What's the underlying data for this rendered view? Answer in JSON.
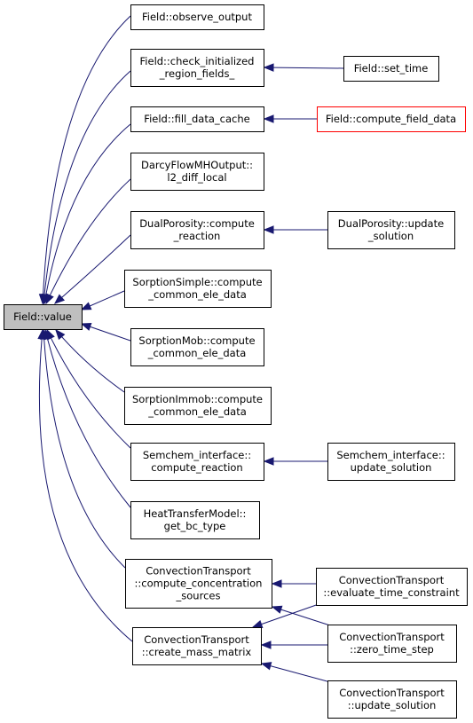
{
  "colors": {
    "edge": "#191970",
    "root_fill": "#bfbfbf",
    "node_border": "#000000",
    "highlight_border": "#ff0000",
    "background": "#ffffff"
  },
  "nodes": [
    {
      "id": "field-value",
      "lines": [
        "Field::value"
      ],
      "root": true
    },
    {
      "id": "observe-output",
      "lines": [
        "Field::observe_output"
      ]
    },
    {
      "id": "check-initialized",
      "lines": [
        "Field::check_initialized",
        "_region_fields_"
      ]
    },
    {
      "id": "fill-data-cache",
      "lines": [
        "Field::fill_data_cache"
      ]
    },
    {
      "id": "darcy-l2-diff",
      "lines": [
        "DarcyFlowMHOutput::",
        "l2_diff_local"
      ]
    },
    {
      "id": "dual-compute-reaction",
      "lines": [
        "DualPorosity::compute",
        "_reaction"
      ]
    },
    {
      "id": "sorption-simple",
      "lines": [
        "SorptionSimple::compute",
        "_common_ele_data"
      ]
    },
    {
      "id": "sorption-mob",
      "lines": [
        "SorptionMob::compute",
        "_common_ele_data"
      ]
    },
    {
      "id": "sorption-immob",
      "lines": [
        "SorptionImmob::compute",
        "_common_ele_data"
      ]
    },
    {
      "id": "semchem-compute-reaction",
      "lines": [
        "Semchem_interface::",
        "compute_reaction"
      ]
    },
    {
      "id": "heat-get-bc-type",
      "lines": [
        "HeatTransferModel::",
        "get_bc_type"
      ]
    },
    {
      "id": "conv-compute-conc-sources",
      "lines": [
        "ConvectionTransport",
        "::compute_concentration",
        "_sources"
      ]
    },
    {
      "id": "conv-create-mass-matrix",
      "lines": [
        "ConvectionTransport",
        "::create_mass_matrix"
      ]
    },
    {
      "id": "field-set-time",
      "lines": [
        "Field::set_time"
      ]
    },
    {
      "id": "field-compute-field-data",
      "lines": [
        "Field::compute_field_data"
      ],
      "highlight": true
    },
    {
      "id": "dual-update-solution",
      "lines": [
        "DualPorosity::update",
        "_solution"
      ]
    },
    {
      "id": "semchem-update-solution",
      "lines": [
        "Semchem_interface::",
        "update_solution"
      ]
    },
    {
      "id": "conv-evaluate-time-constraint",
      "lines": [
        "ConvectionTransport",
        "::evaluate_time_constraint"
      ]
    },
    {
      "id": "conv-zero-time-step",
      "lines": [
        "ConvectionTransport",
        "::zero_time_step"
      ]
    },
    {
      "id": "conv-update-solution",
      "lines": [
        "ConvectionTransport",
        "::update_solution"
      ]
    }
  ],
  "edges": [
    {
      "from": "observe-output",
      "to": "field-value"
    },
    {
      "from": "check-initialized",
      "to": "field-value"
    },
    {
      "from": "fill-data-cache",
      "to": "field-value"
    },
    {
      "from": "darcy-l2-diff",
      "to": "field-value"
    },
    {
      "from": "dual-compute-reaction",
      "to": "field-value"
    },
    {
      "from": "sorption-simple",
      "to": "field-value"
    },
    {
      "from": "sorption-mob",
      "to": "field-value"
    },
    {
      "from": "sorption-immob",
      "to": "field-value"
    },
    {
      "from": "semchem-compute-reaction",
      "to": "field-value"
    },
    {
      "from": "heat-get-bc-type",
      "to": "field-value"
    },
    {
      "from": "conv-compute-conc-sources",
      "to": "field-value"
    },
    {
      "from": "conv-create-mass-matrix",
      "to": "field-value"
    },
    {
      "from": "field-set-time",
      "to": "check-initialized"
    },
    {
      "from": "field-compute-field-data",
      "to": "fill-data-cache"
    },
    {
      "from": "dual-update-solution",
      "to": "dual-compute-reaction"
    },
    {
      "from": "semchem-update-solution",
      "to": "semchem-compute-reaction"
    },
    {
      "from": "conv-evaluate-time-constraint",
      "to": "conv-compute-conc-sources"
    },
    {
      "from": "conv-zero-time-step",
      "to": "conv-compute-conc-sources"
    },
    {
      "from": "conv-evaluate-time-constraint",
      "to": "conv-create-mass-matrix"
    },
    {
      "from": "conv-zero-time-step",
      "to": "conv-create-mass-matrix"
    },
    {
      "from": "conv-update-solution",
      "to": "conv-create-mass-matrix"
    }
  ]
}
